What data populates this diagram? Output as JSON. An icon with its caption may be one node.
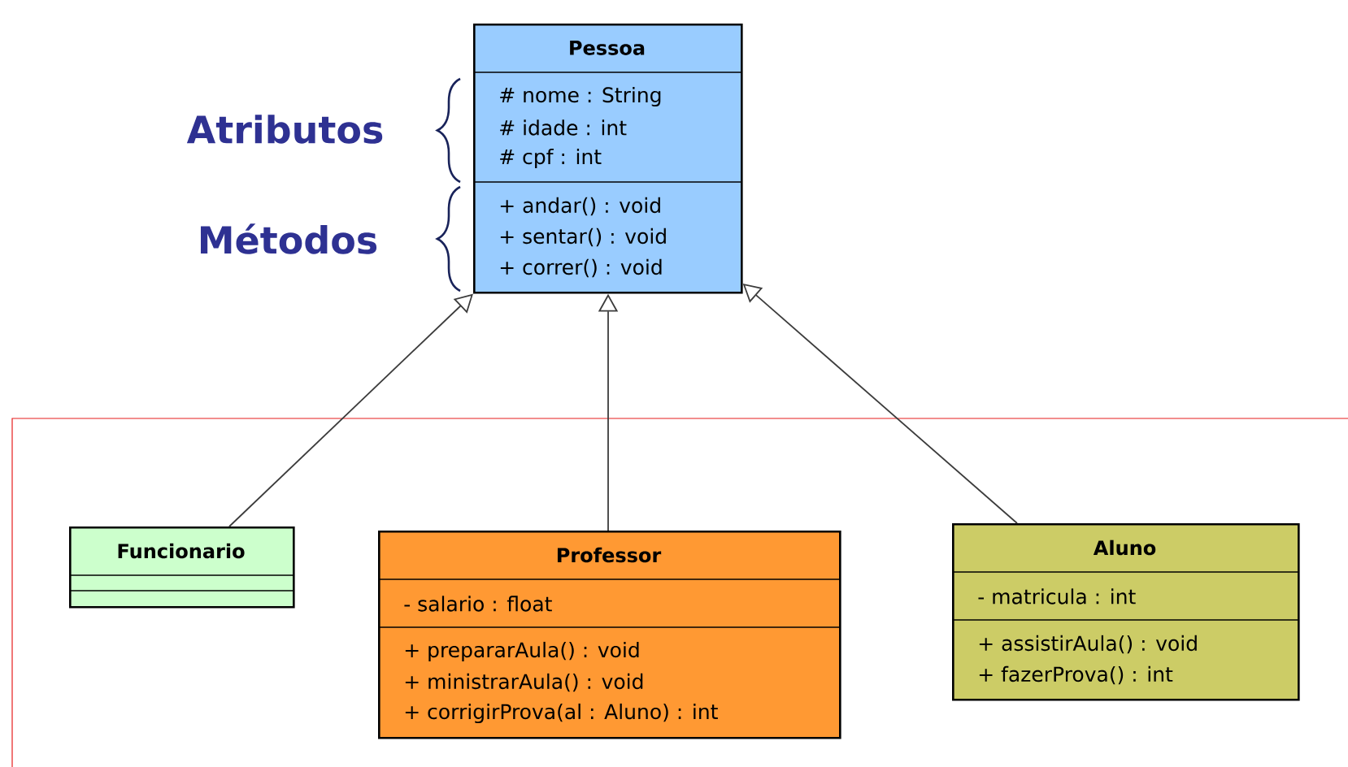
{
  "diagram": {
    "nodes": [
      {
        "text": [
          "Pessoa",
          "# nome : String",
          "# idade : int",
          "# cpf : int",
          "+ andar() : void",
          "+ sentar() : void",
          "+ correr() : void"
        ]
      },
      {
        "text": [
          "Funcionario"
        ]
      },
      {
        "text": [
          "Professor",
          "- salario : float",
          "+ prepararAula() : void",
          "+ ministrarAula() : void",
          "+ corrigirProva(al : Aluno) : int"
        ]
      },
      {
        "text": [
          "Aluno",
          "- matricula : int",
          "+ assistirAula() : void",
          "+ fazerProva() : int"
        ]
      }
    ],
    "edges": [
      {
        "from": 1,
        "to": 0,
        "arrow": "to"
      },
      {
        "from": 2,
        "to": 0,
        "arrow": "to"
      },
      {
        "from": 3,
        "to": 0,
        "arrow": "to"
      }
    ],
    "labels": [
      "Atributos",
      "Métodos"
    ]
  }
}
